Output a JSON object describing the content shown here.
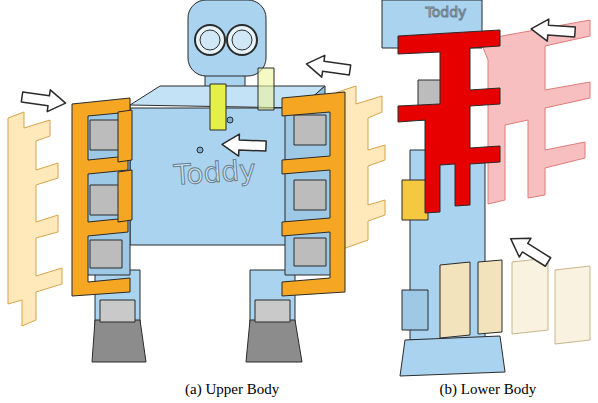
{
  "diagram": {
    "labels": [
      "Toddy",
      "Toddy",
      "(a) Upper Body",
      "(b) Lower Body"
    ]
  }
}
